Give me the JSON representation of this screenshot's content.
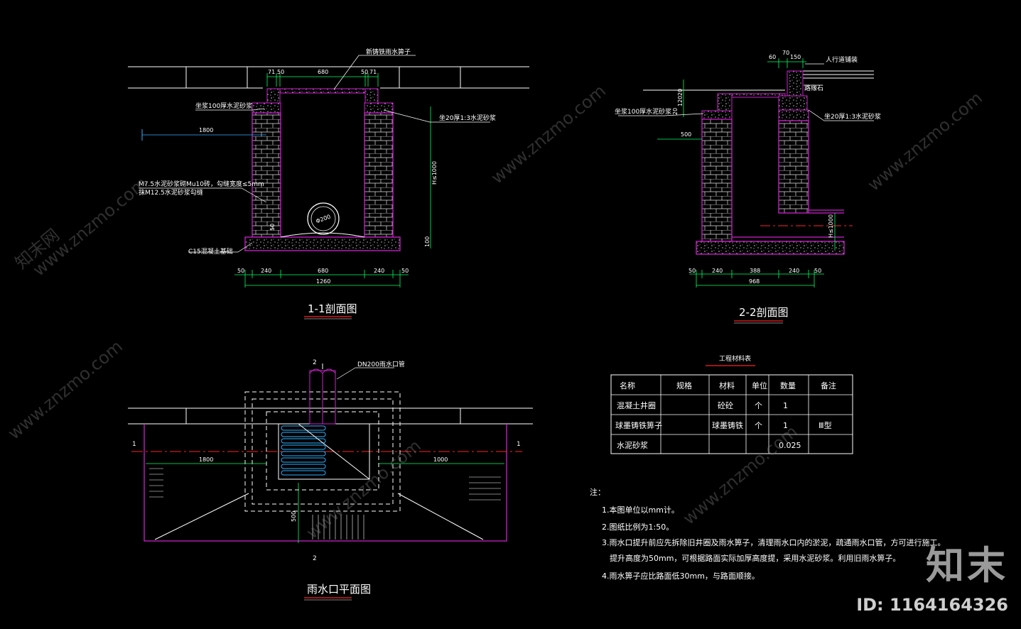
{
  "sections": {
    "s11": {
      "title": "1-1剖面图"
    },
    "s22": {
      "title": "2-2剖面图"
    },
    "plan": {
      "title": "雨水口平面图"
    }
  },
  "s11_labels": {
    "grate": "新铸铁雨水箅子",
    "mortar_top": "坐浆100厚水泥砂浆",
    "mortar_right": "坐20厚1:3水泥砂浆",
    "wall": "M7.5水泥砂浆砌Mu10砖，勾缝宽度≤5mm",
    "plaster": "抹M12.5水泥砂浆勾缝",
    "base": "C15混凝土基础",
    "pipe": "Φ200",
    "height": "H≤1000"
  },
  "s11_dims": {
    "top": [
      "71",
      "50",
      "680",
      "50",
      "71"
    ],
    "bottom": [
      "50",
      "240",
      "680",
      "240",
      "50"
    ],
    "total": "1260",
    "left": "1800",
    "v50": "50",
    "v100": "100"
  },
  "s22_labels": {
    "curb": "人行道铺装",
    "kerb": "路缘石",
    "mortar_top": "坐浆100厚水泥砂浆",
    "mortar_right": "坐20厚1:3水泥砂浆",
    "height": "H≤1000"
  },
  "s22_dims": {
    "top": [
      "60",
      "70",
      "150"
    ],
    "v1": "20",
    "v2": "120",
    "v3": "20",
    "left": "500",
    "bottom": [
      "50",
      "240",
      "388",
      "240",
      "50"
    ],
    "total": "968"
  },
  "plan_labels": {
    "pipe": "DN200雨水口管",
    "sec2": "2",
    "sec1": "1",
    "left": "1800",
    "right": "1000",
    "v500": "500"
  },
  "table": {
    "caption": "工程材料表",
    "headers": [
      "名称",
      "规格",
      "材料",
      "单位",
      "数量",
      "备注"
    ],
    "rows": [
      [
        "混凝土井圈",
        "",
        "砼砼",
        "个",
        "1",
        ""
      ],
      [
        "球墨铸铁箅子",
        "",
        "球墨铸铁",
        "个",
        "1",
        "Ⅲ型"
      ],
      [
        "水泥砂浆",
        "",
        "",
        "",
        "0.025",
        ""
      ]
    ]
  },
  "notes": {
    "head": "注：",
    "items": [
      "1.本图单位以mm计。",
      "2.图纸比例为1:50。",
      "3.雨水口提升前应先拆除旧井圈及雨水箅子，清理雨水口内的淤泥，疏通雨水口管，方可进行施工。",
      "提升高度为50mm，可根据路面实际加厚高度提，采用水泥砂浆。利用旧雨水箅子。",
      "4.雨水箅子应比路面低30mm，与路面顺接。"
    ]
  },
  "watermark": {
    "site": "www.znzmo.com",
    "brand": "知末网"
  },
  "logo": {
    "zh": "知末",
    "id": "ID: 1164164326"
  },
  "colors": {
    "wall": "#d020d0",
    "dim": "#00ff66",
    "white": "#ffffff",
    "red": "#ff2020",
    "cyan": "#30b0ff",
    "gray": "#9a9a9a"
  }
}
